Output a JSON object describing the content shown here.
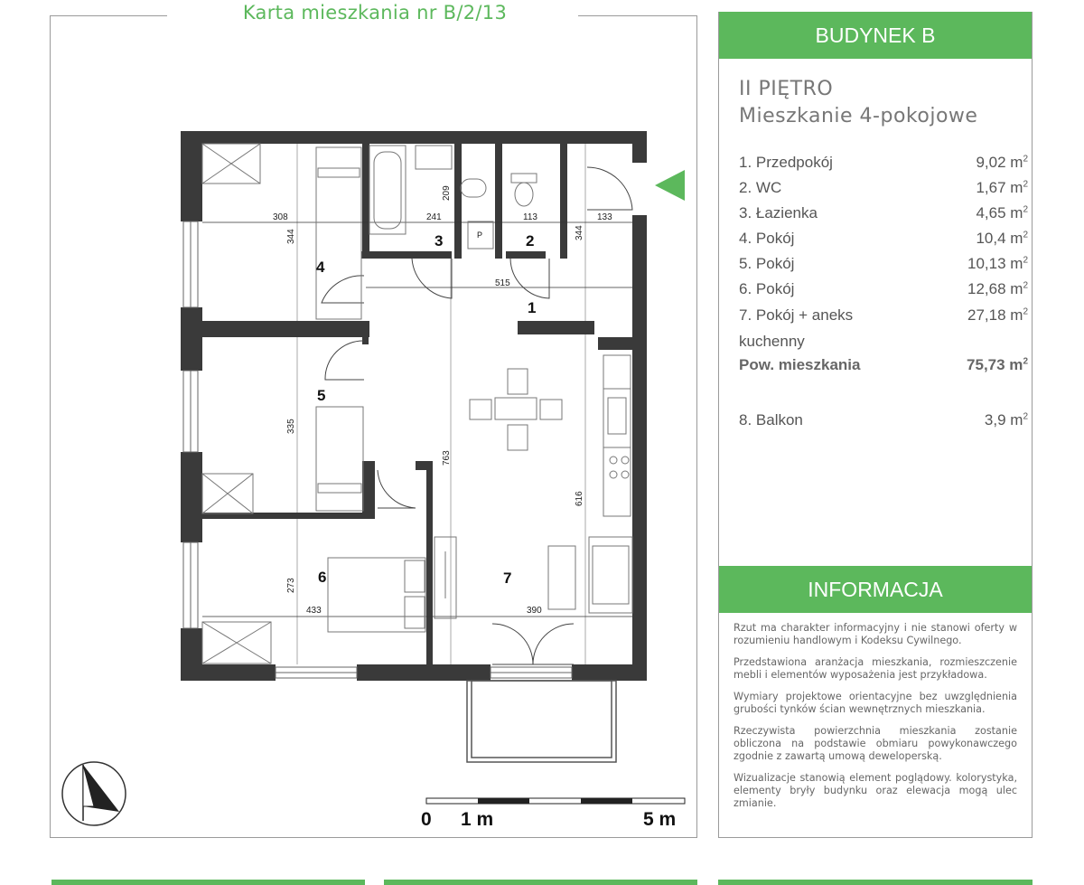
{
  "sheet_title": "Karta mieszkania nr B/2/13",
  "building_label": "BUDYNEK B",
  "floor_label": "II PIĘTRO",
  "flat_type": "Mieszkanie 4-pokojowe",
  "unit_label": "m",
  "rooms": [
    {
      "name": "1. Przedpokój",
      "area": "9,02"
    },
    {
      "name": "2. WC",
      "area": "1,67"
    },
    {
      "name": "3. Łazienka",
      "area": "4,65"
    },
    {
      "name": "4. Pokój",
      "area": "10,4"
    },
    {
      "name": "5. Pokój",
      "area": "10,13"
    },
    {
      "name": "6. Pokój",
      "area": "12,68"
    },
    {
      "name": "7. Pokój + aneks",
      "area": "27,18"
    },
    {
      "name": "kuchenny",
      "area": ""
    }
  ],
  "total": {
    "name": "Pow. mieszkania",
    "area": "75,73"
  },
  "balcony": {
    "name": "8. Balkon",
    "area": "3,9"
  },
  "info_heading": "INFORMACJA",
  "info_paragraphs": [
    "Rzut ma charakter informacyjny i nie stanowi oferty w rozumieniu handlowym i Kodeksu Cywilnego.",
    "Przedstawiona aranżacja mieszkania, rozmieszczenie mebli i elementów wyposażenia jest przykładowa.",
    "Wymiary projektowe orientacyjne bez uwzględnienia grubości tynków ścian wewnętrznych mieszkania.",
    "Rzeczywista powierzchnia mieszkania zostanie obliczona na podstawie obmiaru powykonawczego zgodnie z zawartą umową deweloperską.",
    "Wizualizacje stanowią element poglądowy. kolorystyka, elementy bryły budynku oraz elewacja mogą ulec zmianie."
  ],
  "plan": {
    "room_numbers": [
      "1",
      "2",
      "3",
      "4",
      "5",
      "6",
      "7"
    ],
    "wc_fixture_label": "P",
    "dimensions": [
      "308",
      "344",
      "241",
      "209",
      "113",
      "133",
      "344",
      "515",
      "335",
      "763",
      "616",
      "273",
      "433",
      "390"
    ]
  },
  "scale": {
    "zero": "0",
    "one": "1 m",
    "five": "5 m"
  },
  "colors": {
    "accent": "#5cb85c",
    "wall": "#3a3a3a",
    "frame": "#9a9a9a"
  },
  "icons": {
    "north": "north-arrow-icon",
    "entrance": "entrance-arrow-icon"
  }
}
